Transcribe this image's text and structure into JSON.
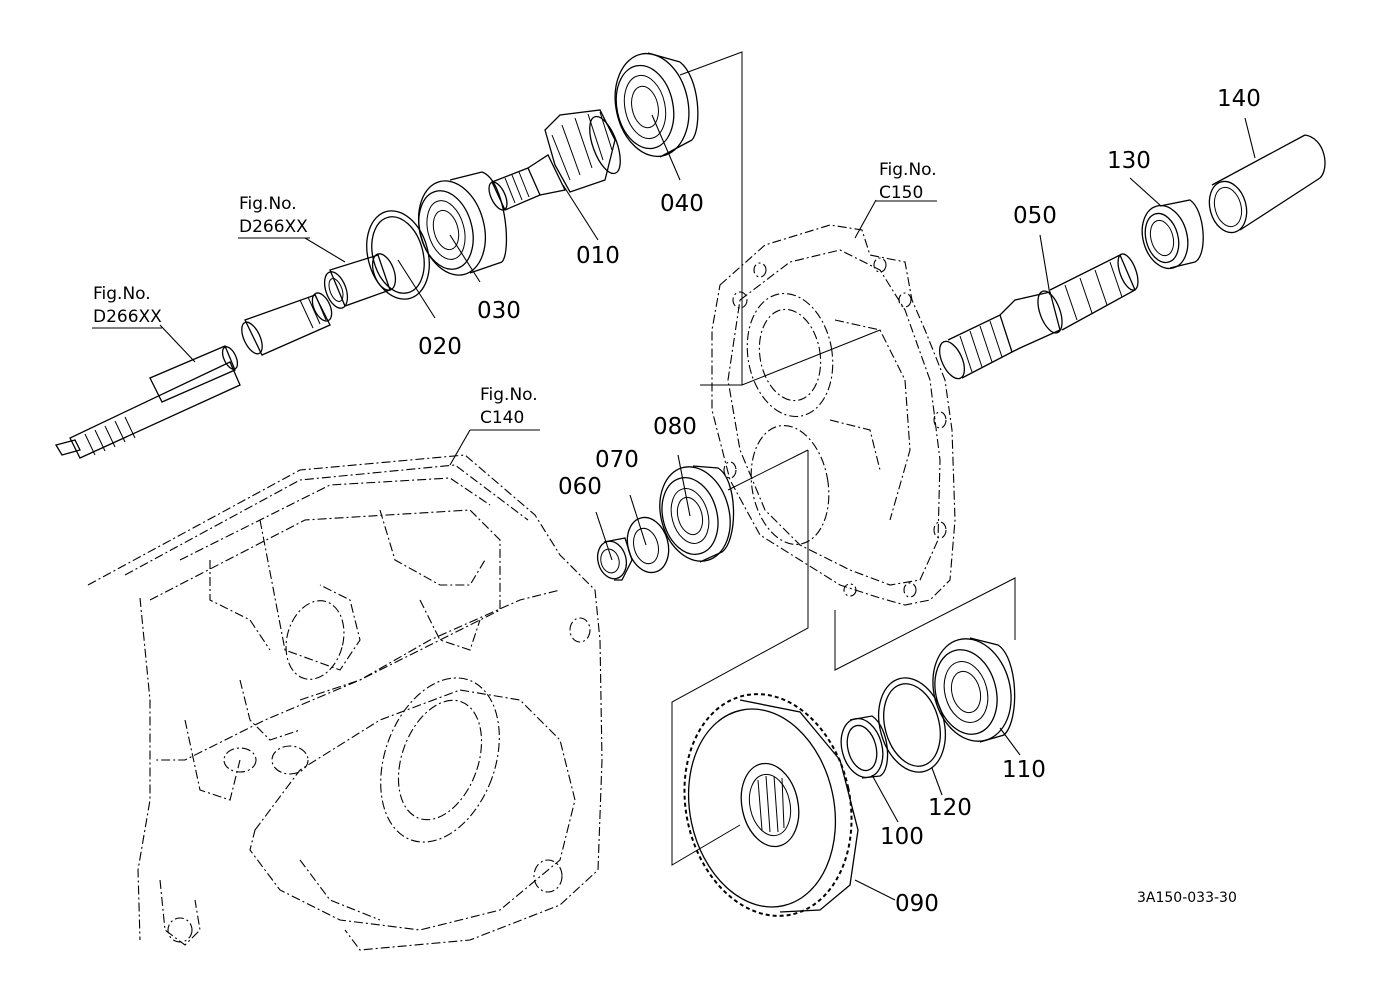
{
  "parts": [
    {
      "id": "p010",
      "number": "010"
    },
    {
      "id": "p020",
      "number": "020"
    },
    {
      "id": "p030",
      "number": "030"
    },
    {
      "id": "p040",
      "number": "040"
    },
    {
      "id": "p050",
      "number": "050"
    },
    {
      "id": "p060",
      "number": "060"
    },
    {
      "id": "p070",
      "number": "070"
    },
    {
      "id": "p080",
      "number": "080"
    },
    {
      "id": "p090",
      "number": "090"
    },
    {
      "id": "p100",
      "number": "100"
    },
    {
      "id": "p110",
      "number": "110"
    },
    {
      "id": "p120",
      "number": "120"
    },
    {
      "id": "p130",
      "number": "130"
    },
    {
      "id": "p140",
      "number": "140"
    }
  ],
  "figure_refs": [
    {
      "label": "Fig.No.",
      "code": "D266XX"
    },
    {
      "label": "Fig.No.",
      "code": "D266XX"
    },
    {
      "label": "Fig.No.",
      "code": "C140"
    },
    {
      "label": "Fig.No.",
      "code": "C150"
    }
  ],
  "drawing_code": "3A150-033-30"
}
